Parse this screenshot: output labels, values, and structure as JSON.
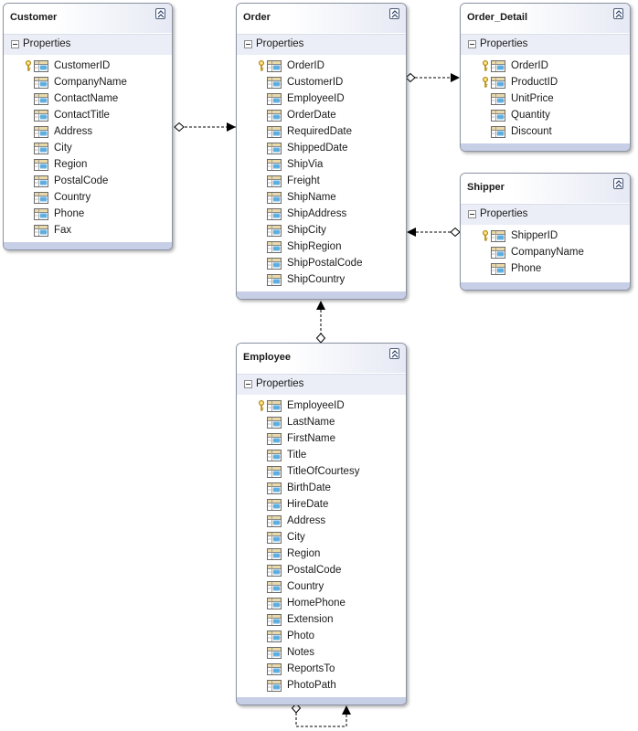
{
  "entities": {
    "customer": {
      "title": "Customer",
      "group": "Properties",
      "properties": [
        {
          "name": "CustomerID",
          "key": true
        },
        {
          "name": "CompanyName",
          "key": false
        },
        {
          "name": "ContactName",
          "key": false
        },
        {
          "name": "ContactTitle",
          "key": false
        },
        {
          "name": "Address",
          "key": false
        },
        {
          "name": "City",
          "key": false
        },
        {
          "name": "Region",
          "key": false
        },
        {
          "name": "PostalCode",
          "key": false
        },
        {
          "name": "Country",
          "key": false
        },
        {
          "name": "Phone",
          "key": false
        },
        {
          "name": "Fax",
          "key": false
        }
      ]
    },
    "order": {
      "title": "Order",
      "group": "Properties",
      "properties": [
        {
          "name": "OrderID",
          "key": true
        },
        {
          "name": "CustomerID",
          "key": false
        },
        {
          "name": "EmployeeID",
          "key": false
        },
        {
          "name": "OrderDate",
          "key": false
        },
        {
          "name": "RequiredDate",
          "key": false
        },
        {
          "name": "ShippedDate",
          "key": false
        },
        {
          "name": "ShipVia",
          "key": false
        },
        {
          "name": "Freight",
          "key": false
        },
        {
          "name": "ShipName",
          "key": false
        },
        {
          "name": "ShipAddress",
          "key": false
        },
        {
          "name": "ShipCity",
          "key": false
        },
        {
          "name": "ShipRegion",
          "key": false
        },
        {
          "name": "ShipPostalCode",
          "key": false
        },
        {
          "name": "ShipCountry",
          "key": false
        }
      ]
    },
    "order_detail": {
      "title": "Order_Detail",
      "group": "Properties",
      "properties": [
        {
          "name": "OrderID",
          "key": true
        },
        {
          "name": "ProductID",
          "key": true
        },
        {
          "name": "UnitPrice",
          "key": false
        },
        {
          "name": "Quantity",
          "key": false
        },
        {
          "name": "Discount",
          "key": false
        }
      ]
    },
    "shipper": {
      "title": "Shipper",
      "group": "Properties",
      "properties": [
        {
          "name": "ShipperID",
          "key": true
        },
        {
          "name": "CompanyName",
          "key": false
        },
        {
          "name": "Phone",
          "key": false
        }
      ]
    },
    "employee": {
      "title": "Employee",
      "group": "Properties",
      "properties": [
        {
          "name": "EmployeeID",
          "key": true
        },
        {
          "name": "LastName",
          "key": false
        },
        {
          "name": "FirstName",
          "key": false
        },
        {
          "name": "Title",
          "key": false
        },
        {
          "name": "TitleOfCourtesy",
          "key": false
        },
        {
          "name": "BirthDate",
          "key": false
        },
        {
          "name": "HireDate",
          "key": false
        },
        {
          "name": "Address",
          "key": false
        },
        {
          "name": "City",
          "key": false
        },
        {
          "name": "Region",
          "key": false
        },
        {
          "name": "PostalCode",
          "key": false
        },
        {
          "name": "Country",
          "key": false
        },
        {
          "name": "HomePhone",
          "key": false
        },
        {
          "name": "Extension",
          "key": false
        },
        {
          "name": "Photo",
          "key": false
        },
        {
          "name": "Notes",
          "key": false
        },
        {
          "name": "ReportsTo",
          "key": false
        },
        {
          "name": "PhotoPath",
          "key": false
        }
      ]
    }
  },
  "icons": {
    "collapse": "double-chevron-up-icon",
    "group_toggle": "minus-box-icon",
    "key": "primary-key-icon",
    "property": "property-icon"
  },
  "colors": {
    "header_gradient_end": "#e6e9f4",
    "group_header_bg": "#ebeef6",
    "footer_bg": "#c7cfe6",
    "border": "#8c93a3",
    "connector": "#000000"
  }
}
